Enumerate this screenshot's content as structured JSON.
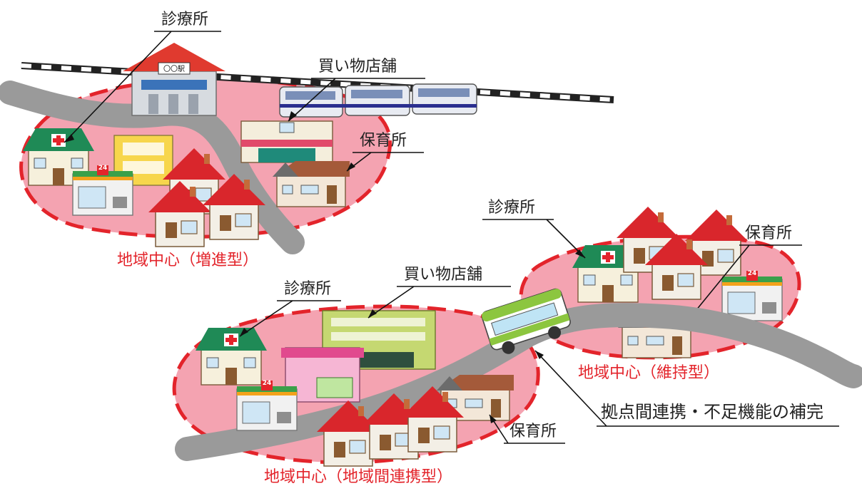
{
  "labels": {
    "clinic": "診療所",
    "shop": "買い物店舗",
    "nursery": "保育所",
    "linkage": "拠点間連携・不足機能の補完",
    "station_sign": "〇〇駅",
    "store_num": "24"
  },
  "regions": {
    "enhance": "地域中心（増進型）",
    "maintain": "地域中心（維持型）",
    "linkage": "地域中心（地域間連携型）"
  },
  "colors": {
    "region_fill": "#f4a3b1",
    "region_border": "#e3242b",
    "region_label": "#e3242b",
    "road": "#9a9a9a",
    "house_roof": "#d9262c",
    "train_stripe": "#2b2f8f",
    "bus_body": "#8cc63f"
  }
}
